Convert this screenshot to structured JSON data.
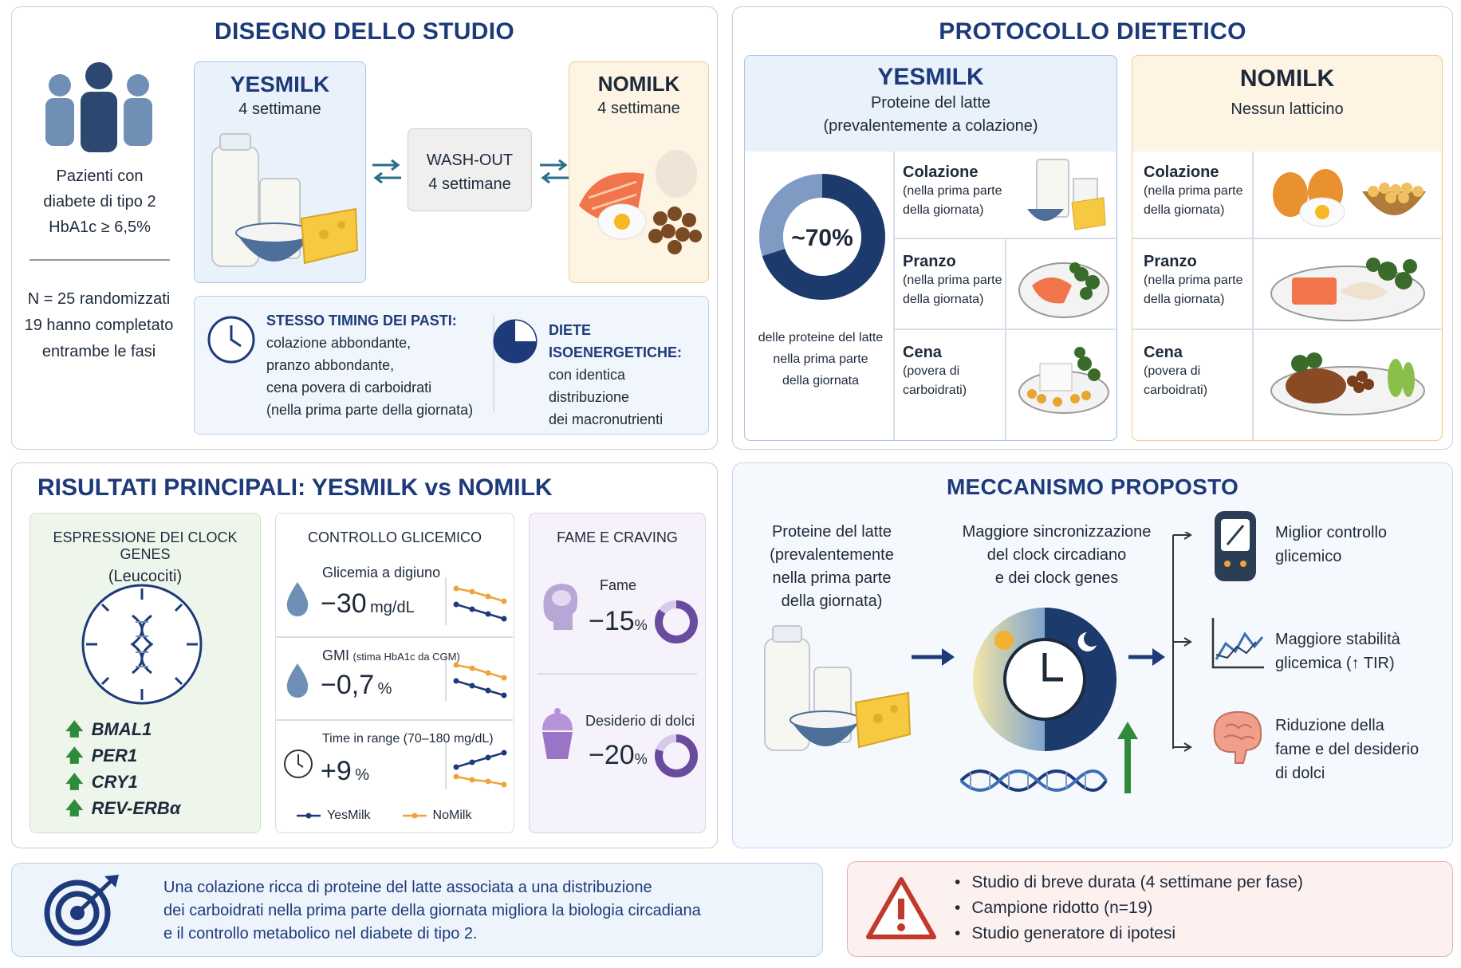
{
  "design": {
    "title": "DISEGNO DELLO STUDIO",
    "patients": [
      "Pazienti con",
      "diabete di tipo 2",
      "HbA1c ≥ 6,5%"
    ],
    "enrollment": [
      "N = 25 randomizzati",
      "19 hanno completato",
      "entrambe le fasi"
    ],
    "yesmilk": {
      "name": "YESMILK",
      "duration": "4 settimane"
    },
    "washout": {
      "name": "WASH-OUT",
      "duration": "4 settimane"
    },
    "nomilk": {
      "name": "NOMILK",
      "duration": "4 settimane"
    },
    "timing": {
      "title": "STESSO TIMING DEI PASTI:",
      "lines": [
        "colazione abbondante,",
        "pranzo abbondante,",
        "cena povera di carboidrati",
        "(nella prima parte della giornata)"
      ]
    },
    "isoenergetic": {
      "title": "DIETE ISOENERGETICHE:",
      "lines": [
        "con identica distribuzione",
        "dei macronutrienti"
      ]
    }
  },
  "protocol": {
    "title": "PROTOCOLLO DIETETICO",
    "yesmilk": {
      "name": "YESMILK",
      "sub1": "Proteine del latte",
      "sub2": "(prevalentemente a colazione)"
    },
    "nomilk": {
      "name": "NOMILK",
      "sub1": "Nessun latticino"
    },
    "donut": {
      "label": "~70%",
      "value": 70,
      "caption": [
        "delle proteine del latte",
        "nella prima parte",
        "della giornata"
      ]
    },
    "meals": [
      {
        "name": "Colazione",
        "note1": "(nella prima parte",
        "note2": "della giornata)"
      },
      {
        "name": "Pranzo",
        "note1": "(nella prima parte",
        "note2": "della giornata)"
      },
      {
        "name": "Cena",
        "note1": "(povera di",
        "note2": "carboidrati)"
      }
    ]
  },
  "results": {
    "title": "RISULTATI PRINCIPALI: YESMILK vs NOMILK",
    "clock": {
      "title": "ESPRESSIONE DEI CLOCK GENES",
      "sub": "(Leucociti)",
      "genes": [
        "BMAL1",
        "PER1",
        "CRY1",
        "REV-ERBα"
      ]
    },
    "glycemic": {
      "title": "CONTROLLO GLICEMICO",
      "rows": [
        {
          "label": "Glicemia a digiuno",
          "label_small": "",
          "value": "−30",
          "unit": "mg/dL"
        },
        {
          "label": "GMI",
          "label_small": "(stima HbA1c da CGM)",
          "value": "−0,7",
          "unit": "%"
        },
        {
          "label": "Time in range (70–180 mg/dL)",
          "label_small": "",
          "value": "+9",
          "unit": "%"
        }
      ],
      "legend": [
        "YesMilk",
        "NoMilk"
      ],
      "colors": {
        "yesmilk": "#1d3a7a",
        "nomilk": "#f0a33a"
      }
    },
    "hunger": {
      "title": "FAME E CRAVING",
      "rows": [
        {
          "label": "Fame",
          "value": "−15",
          "unit": "%",
          "fraction": 0.15
        },
        {
          "label": "Desiderio di dolci",
          "value": "−20",
          "unit": "%",
          "fraction": 0.2
        }
      ]
    }
  },
  "mechanism": {
    "title": "MECCANISMO PROPOSTO",
    "input": [
      "Proteine del latte",
      "(prevalentemente",
      "nella prima parte",
      "della giornata)"
    ],
    "sync": [
      "Maggiore sincronizzazione",
      "del clock circadiano",
      "e dei clock genes"
    ],
    "outcomes": [
      [
        "Miglior controllo",
        "glicemico"
      ],
      [
        "Maggiore stabilità",
        "glicemica (↑ TIR)"
      ],
      [
        "Riduzione della",
        "fame e del desiderio",
        "di dolci"
      ]
    ]
  },
  "conclusion": {
    "lines": [
      "Una colazione ricca di proteine del latte associata a una distribuzione",
      "dei carboidrati nella prima parte della giornata migliora la biologia circadiana",
      "e il controllo metabolico nel diabete di tipo 2."
    ]
  },
  "limitations": {
    "items": [
      "Studio di breve durata (4 settimane per fase)",
      "Campione ridotto (n=19)",
      "Studio generatore di ipotesi"
    ]
  }
}
